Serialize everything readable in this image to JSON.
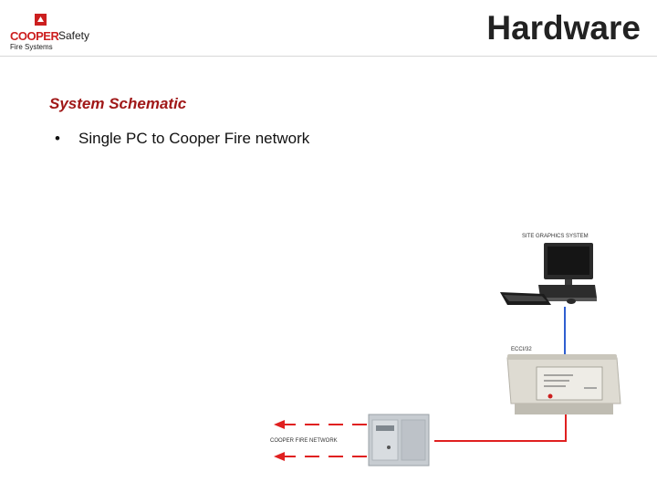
{
  "header": {
    "logo_brand": "COOPER",
    "logo_product": "Safety",
    "logo_subtitle": "Fire Systems",
    "title": "Hardware"
  },
  "content": {
    "section_title": "System Schematic",
    "bullets": [
      "Single PC to Cooper Fire network"
    ]
  },
  "diagram": {
    "labels": {
      "site_graphics": "SITE GRAPHICS SYSTEM",
      "converter": "ECCI/32",
      "network": "COOPER FIRE NETWORK"
    },
    "colors": {
      "pc_link": "#2f5fd0",
      "network_link": "#e02020",
      "brand_red": "#cc1f1f"
    }
  }
}
